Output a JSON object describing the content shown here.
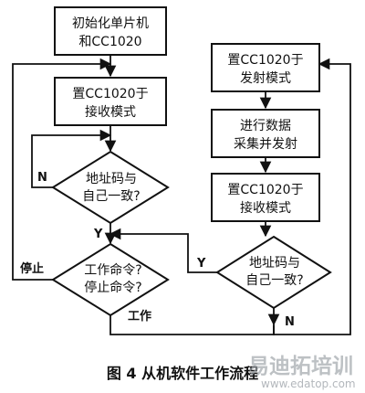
{
  "flowchart": {
    "left": {
      "init_line1": "初始化单片机",
      "init_line2": "和CC1020",
      "rx_line1": "置CC1020于",
      "rx_line2": "接收模式",
      "addr_line1": "地址码与",
      "addr_line2": "自己一致?",
      "cmd_line1": "工作命令?",
      "cmd_line2": "停止命令?"
    },
    "right": {
      "tx_line1": "置CC1020于",
      "tx_line2": "发射模式",
      "collect_line1": "进行数据",
      "collect_line2": "采集并发射",
      "rx_line1": "置CC1020于",
      "rx_line2": "接收模式",
      "addr_line1": "地址码与",
      "addr_line2": "自己一致?"
    },
    "labels": {
      "n_left": "N",
      "y_left": "Y",
      "stop": "停止",
      "work": "工作",
      "y_right": "Y",
      "n_right": "N"
    }
  },
  "caption": "图 4   从机软件工作流程",
  "watermark": {
    "brand": "易迪拓培训",
    "url": "www.edatop.com"
  }
}
